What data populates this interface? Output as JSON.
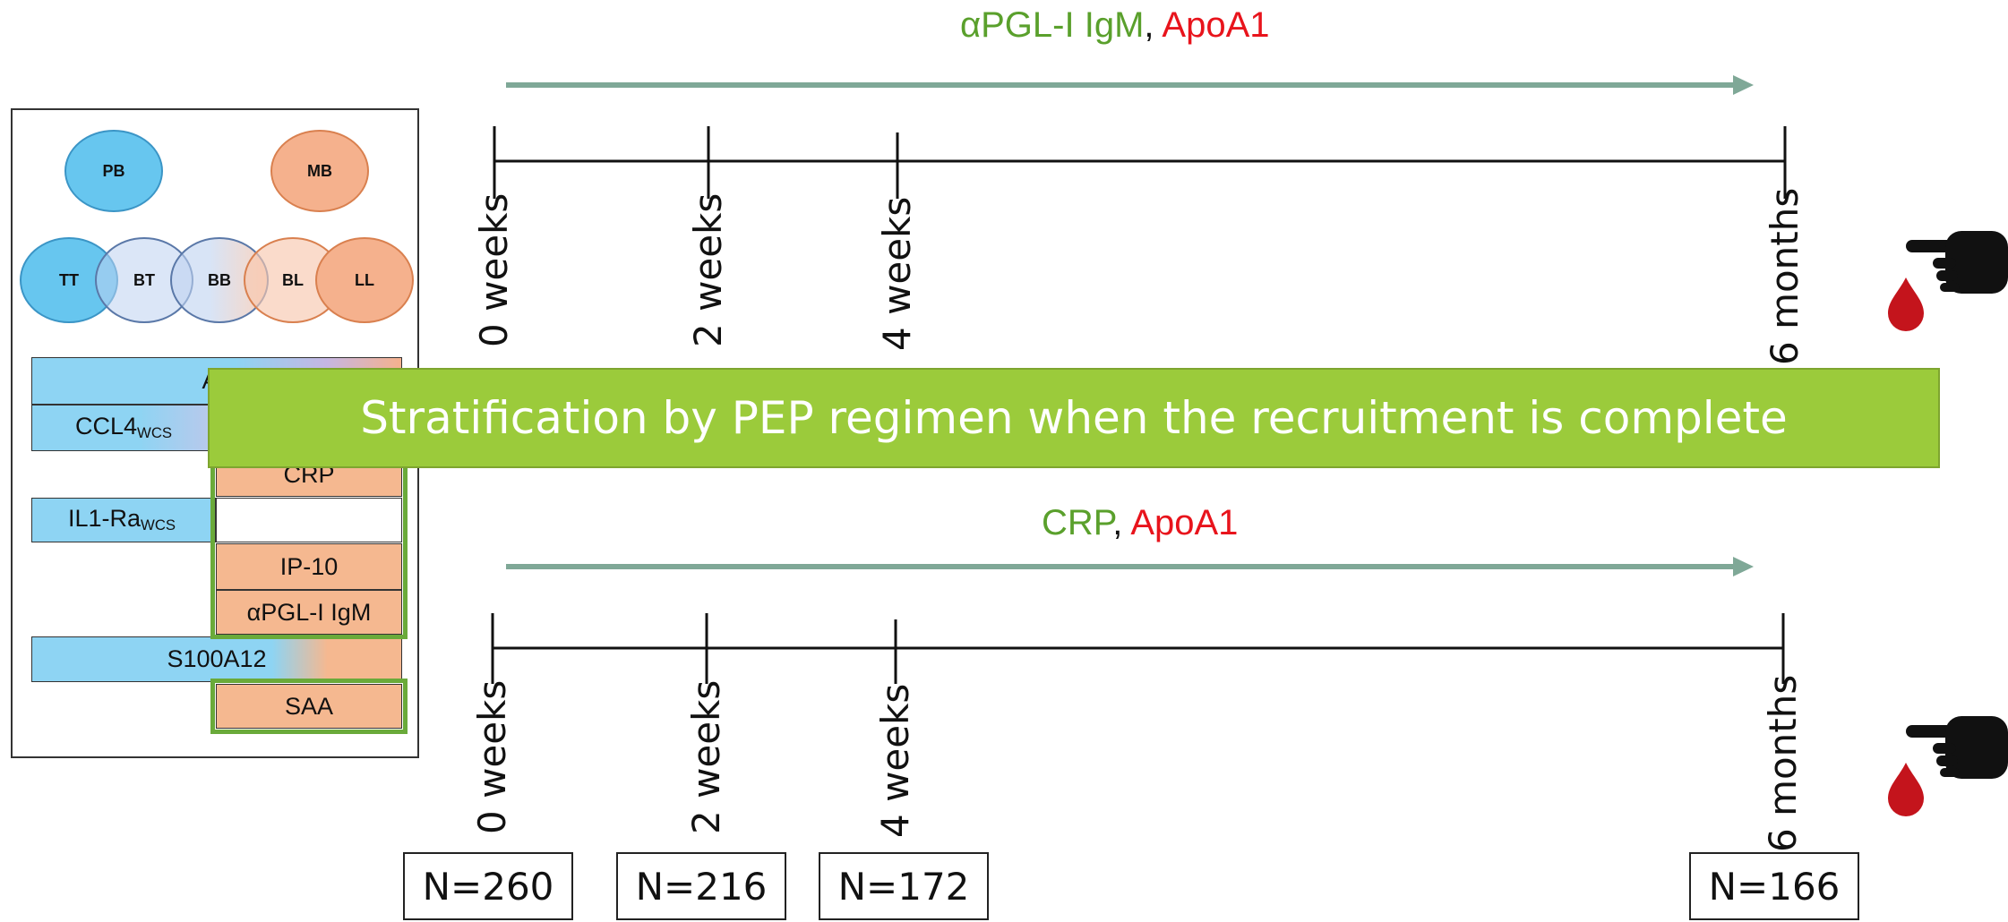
{
  "panel": {
    "circles": [
      "PB",
      "MB",
      "TT",
      "BT",
      "BB",
      "BL",
      "LL"
    ],
    "bars": {
      "apoa1_partial": "Ap",
      "ccl4_main": "CCL4",
      "ccl4_sub": "WCS",
      "crp": "CRP",
      "il1ra_main": "IL1-Ra",
      "il1ra_sub": "WCS",
      "ip10": "IP-10",
      "apgl_igm": "αPGL-I IgM",
      "s100a12": "S100A12",
      "saa": "SAA"
    }
  },
  "timeline_top": {
    "title_green": "αPGL-I IgM",
    "title_sep": ",",
    "title_red": "ApoA1",
    "ticks": [
      "0 weeks",
      "2 weeks",
      "4 weeks",
      "6 months"
    ]
  },
  "banner": {
    "text": "Stratification by PEP regimen when the recruitment is complete"
  },
  "timeline_bottom": {
    "title_green": "CRP",
    "title_sep": ",",
    "title_red": "ApoA1",
    "ticks": [
      "0 weeks",
      "2 weeks",
      "4 weeks",
      "6 months"
    ]
  },
  "counts": [
    "N=260",
    "N=216",
    "N=172",
    "N=166"
  ],
  "colors": {
    "green_text": "#5aa02c",
    "red_text": "#e8141c",
    "arrow": "#7fa897",
    "banner": "#9bcb3b",
    "blood_drop": "#c4141c"
  },
  "icons": [
    "blood-drop-icon",
    "pointing-hand-icon"
  ]
}
